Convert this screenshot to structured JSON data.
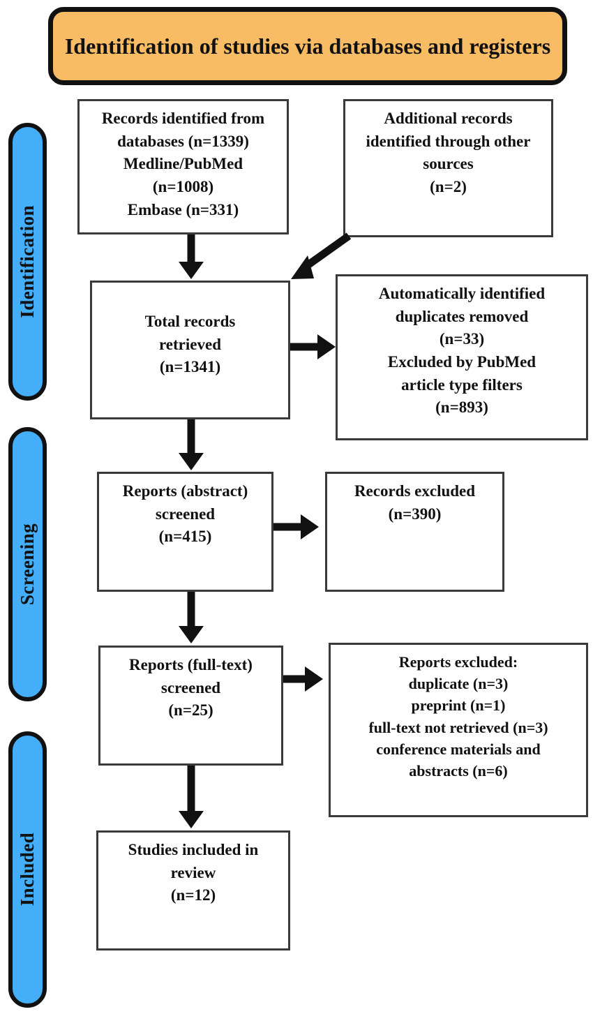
{
  "header": {
    "title": "Identification of studies via databases and registers",
    "background_color": "#f8bc64",
    "border_color": "#111111"
  },
  "stages": [
    {
      "label": "Identification",
      "color": "#45aef8"
    },
    {
      "label": "Screening",
      "color": "#45aef8"
    },
    {
      "label": "Included",
      "color": "#45aef8"
    }
  ],
  "boxes": {
    "records_identified": {
      "lines": [
        "Records identified from",
        "databases (n=1339)",
        "Medline/PubMed",
        "(n=1008)",
        "Embase (n=331)"
      ]
    },
    "additional_records": {
      "lines": [
        "Additional records",
        "identified through other",
        "sources",
        "(n=2)"
      ]
    },
    "total_records": {
      "lines": [
        "Total records",
        "retrieved",
        "(n=1341)"
      ]
    },
    "duplicates_removed": {
      "lines": [
        "Automatically identified",
        "duplicates removed",
        "(n=33)",
        "Excluded by PubMed",
        "article type filters",
        "(n=893)"
      ]
    },
    "abstract_screened": {
      "lines": [
        "Reports (abstract)",
        "screened",
        "(n=415)"
      ]
    },
    "records_excluded": {
      "lines": [
        "Records excluded",
        "(n=390)"
      ]
    },
    "fulltext_screened": {
      "lines": [
        "Reports (full-text)",
        "screened",
        "(n=25)"
      ]
    },
    "reports_excluded": {
      "lines": [
        "Reports excluded:",
        "duplicate (n=3)",
        "preprint (n=1)",
        "full-text not retrieved (n=3)",
        "conference materials and",
        "abstracts (n=6)"
      ]
    },
    "studies_included": {
      "lines": [
        "Studies included in",
        "review",
        "(n=12)"
      ]
    }
  },
  "chart_data": {
    "type": "diagram",
    "title": "Identification of studies via databases and registers",
    "diagram_kind": "PRISMA flow diagram",
    "nodes": [
      {
        "id": "records_identified",
        "stage": "Identification",
        "label": "Records identified from databases",
        "n": 1339,
        "breakdown": [
          {
            "source": "Medline/PubMed",
            "n": 1008
          },
          {
            "source": "Embase",
            "n": 331
          }
        ]
      },
      {
        "id": "additional_records",
        "stage": "Identification",
        "label": "Additional records identified through other sources",
        "n": 2
      },
      {
        "id": "total_records",
        "stage": "Identification",
        "label": "Total records retrieved",
        "n": 1341
      },
      {
        "id": "duplicates_removed",
        "stage": "Identification",
        "label": "Automatically identified duplicates removed / Excluded by PubMed article type filters",
        "n": [
          33,
          893
        ]
      },
      {
        "id": "abstract_screened",
        "stage": "Screening",
        "label": "Reports (abstract) screened",
        "n": 415
      },
      {
        "id": "records_excluded",
        "stage": "Screening",
        "label": "Records excluded",
        "n": 390
      },
      {
        "id": "fulltext_screened",
        "stage": "Screening",
        "label": "Reports (full-text) screened",
        "n": 25
      },
      {
        "id": "reports_excluded",
        "stage": "Screening",
        "label": "Reports excluded",
        "breakdown": [
          {
            "reason": "duplicate",
            "n": 3
          },
          {
            "reason": "preprint",
            "n": 1
          },
          {
            "reason": "full-text not retrieved",
            "n": 3
          },
          {
            "reason": "conference materials and abstracts",
            "n": 6
          }
        ]
      },
      {
        "id": "studies_included",
        "stage": "Included",
        "label": "Studies included in review",
        "n": 12
      }
    ],
    "edges": [
      {
        "from": "records_identified",
        "to": "total_records",
        "direction": "down"
      },
      {
        "from": "additional_records",
        "to": "total_records",
        "direction": "diagonal-down-left"
      },
      {
        "from": "total_records",
        "to": "duplicates_removed",
        "direction": "right"
      },
      {
        "from": "total_records",
        "to": "abstract_screened",
        "direction": "down"
      },
      {
        "from": "abstract_screened",
        "to": "records_excluded",
        "direction": "right"
      },
      {
        "from": "abstract_screened",
        "to": "fulltext_screened",
        "direction": "down"
      },
      {
        "from": "fulltext_screened",
        "to": "reports_excluded",
        "direction": "right"
      },
      {
        "from": "fulltext_screened",
        "to": "studies_included",
        "direction": "down"
      }
    ]
  }
}
